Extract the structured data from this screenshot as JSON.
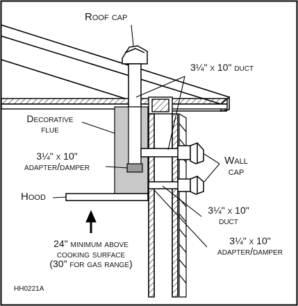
{
  "diagram": {
    "labels": {
      "roof_cap": "Roof cap",
      "duct_top": "3¼\" x 10\" duct",
      "decorative_flue_line1": "Decorative",
      "decorative_flue_line2": "flue",
      "adapter_damper_left_line1": "3¼\" x 10\"",
      "adapter_damper_left_line2": "adapter/damper",
      "wall_cap_line1": "Wall",
      "wall_cap_line2": "cap",
      "hood": "Hood",
      "duct_right_line1": "3¼\" x 10\"",
      "duct_right_line2": "duct",
      "adapter_damper_right_line1": "3¼\" x 10\"",
      "adapter_damper_right_line2": "adapter/damper",
      "minimum_line1": "24\" minimum above",
      "minimum_line2": "cooking surface",
      "minimum_line3": "(30\" for gas range)",
      "figure_code": "HH0221A"
    }
  }
}
